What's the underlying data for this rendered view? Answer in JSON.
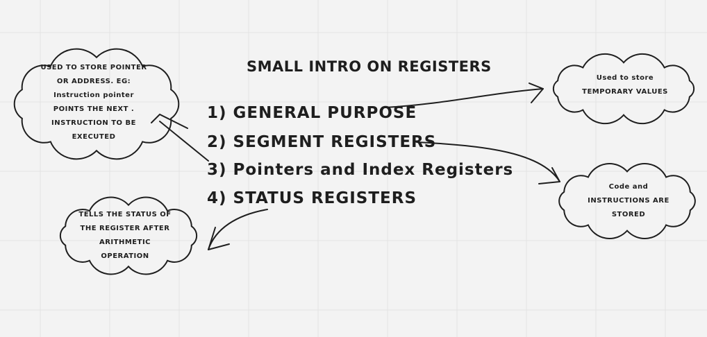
{
  "title": "small intro on registers",
  "list": [
    "1) general purpose",
    "2) segment registers",
    "3) Pointers and Index Registers",
    "4) status registers"
  ],
  "notes": {
    "pointers": [
      "used to store pointer",
      "or address. eg:",
      "Instruction pointer",
      "points the next .",
      "instruction to be",
      "executed"
    ],
    "status": [
      "tells the status of",
      "the register after",
      "arithmetic",
      "operation"
    ],
    "general": [
      "Used to store",
      "temporary values"
    ],
    "segment": [
      "Code and",
      "instructions are",
      "stored"
    ]
  },
  "colors": {
    "canvas": "#f3f3f3",
    "grid": "#e3e3e3",
    "stroke": "#1e1e1e"
  }
}
